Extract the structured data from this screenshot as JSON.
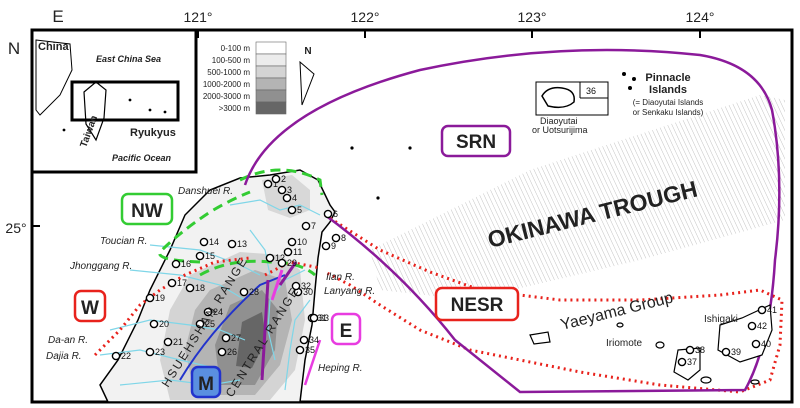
{
  "axes": {
    "lon_ticks": [
      "121°",
      "122°",
      "123°",
      "124°"
    ],
    "lat_tick": "25°",
    "corner_e": "E",
    "corner_n": "N"
  },
  "inset": {
    "china": "China",
    "east_china_sea": "East China Sea",
    "taiwan": "Taiwan",
    "ryukyus": "Ryukyus",
    "pacific": "Pacific Ocean"
  },
  "legend": {
    "items": [
      {
        "label": "0-100   m",
        "color": "#ffffff"
      },
      {
        "label": "100-500   m",
        "color": "#ececec"
      },
      {
        "label": "500-1000  m",
        "color": "#d4d4d4"
      },
      {
        "label": "1000-2000  m",
        "color": "#b4b4b4"
      },
      {
        "label": "2000-3000  m",
        "color": "#909090"
      },
      {
        "label": ">3000 m",
        "color": "#666666"
      }
    ],
    "north": "N"
  },
  "regions": {
    "srn": "SRN",
    "nw": "NW",
    "w": "W",
    "e": "E",
    "m": "M",
    "nesr": "NESR"
  },
  "features": {
    "okinawa_trough": "OKINAWA TROUGH",
    "yaeyama_group": "Yaeyama Group",
    "ishigaki": "Ishigaki",
    "iriomote": "Iriomote",
    "hsuehshan_range": "HSUEHSHAN RANGE",
    "central_range": "CENTRAL RANGE",
    "diaoyutai": "Diaoyutai",
    "uotsurijima": "or Uotsurijima",
    "pinnacle_1": "Pinnacle",
    "pinnacle_2": "Islands",
    "pinnacle_3": "(= Diaoyutai Islands",
    "pinnacle_4": "or Senkaku Islands)",
    "inset_site": "36"
  },
  "rivers": {
    "danshuei": "Danshuei R.",
    "toucian": "Toucian R.",
    "jhonggang": "Jhonggang R.",
    "daan": "Da-an R.",
    "dajia": "Dajia R.",
    "ilan": "Ilan R.",
    "lanyang": "Lanyang R.",
    "heping": "Heping R."
  },
  "sites": [
    "1",
    "2",
    "3",
    "4",
    "5",
    "6",
    "7",
    "8",
    "9",
    "10",
    "11",
    "12",
    "13",
    "14",
    "15",
    "16",
    "17",
    "18",
    "19",
    "20",
    "21",
    "22",
    "23",
    "24",
    "25",
    "26",
    "27",
    "28",
    "29",
    "30",
    "31",
    "32",
    "33",
    "34",
    "35",
    "37",
    "38",
    "39",
    "40",
    "41",
    "42"
  ],
  "colors": {
    "srn": "#8b1a9a",
    "nw": "#33cc33",
    "w": "#e8221c",
    "e": "#e83ce0",
    "m": "#2233cc",
    "river": "#7fd6e8",
    "boundary_red": "#e8221c"
  }
}
